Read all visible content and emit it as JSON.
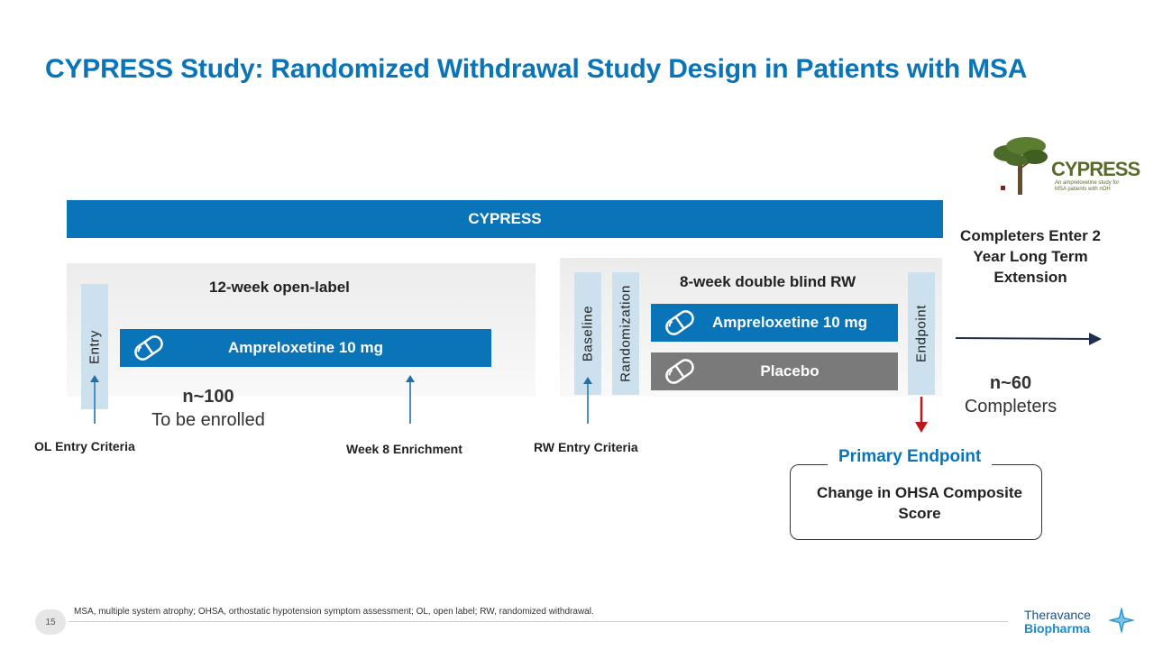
{
  "title": "CYPRESS Study: Randomized Withdrawal Study Design in Patients with MSA",
  "banner": "CYPRESS",
  "logo": {
    "name": "CYPRESS",
    "subtitle": "An ampreloxetine study for MSA patients with nOH"
  },
  "open_label": {
    "title": "12-week open-label",
    "entry_label": "Entry",
    "arm_label": "Ampreloxetine 10 mg",
    "n_count": "n~100",
    "n_desc": "To be enrolled",
    "entry_criteria": "OL Entry Criteria",
    "enrichment": "Week 8 Enrichment"
  },
  "randomized": {
    "title": "8-week double blind RW",
    "baseline_label": "Baseline",
    "randomization_label": "Randomization",
    "endpoint_label": "Endpoint",
    "arm_active": "Ampreloxetine 10 mg",
    "arm_placebo": "Placebo",
    "entry_criteria": "RW Entry Criteria"
  },
  "extension": {
    "text": "Completers Enter 2 Year Long Term Extension",
    "n_count": "n~60",
    "n_desc": "Completers"
  },
  "primary_endpoint": {
    "title": "Primary Endpoint",
    "text": "Change in OHSA Composite Score"
  },
  "footer": {
    "note": "MSA, multiple system atrophy; OHSA, orthostatic hypotension symptom assessment; OL, open label; RW, randomized withdrawal.",
    "page": "15",
    "brand_line1": "Theravance",
    "brand_line2": "Biopharma"
  },
  "colors": {
    "brand_blue": "#0a74b9",
    "placebo_gray": "#7a7a7a",
    "light_blue": "#cce0ee",
    "endpoint_red": "#c0161e",
    "arrow_navy": "#1f2d4f"
  }
}
